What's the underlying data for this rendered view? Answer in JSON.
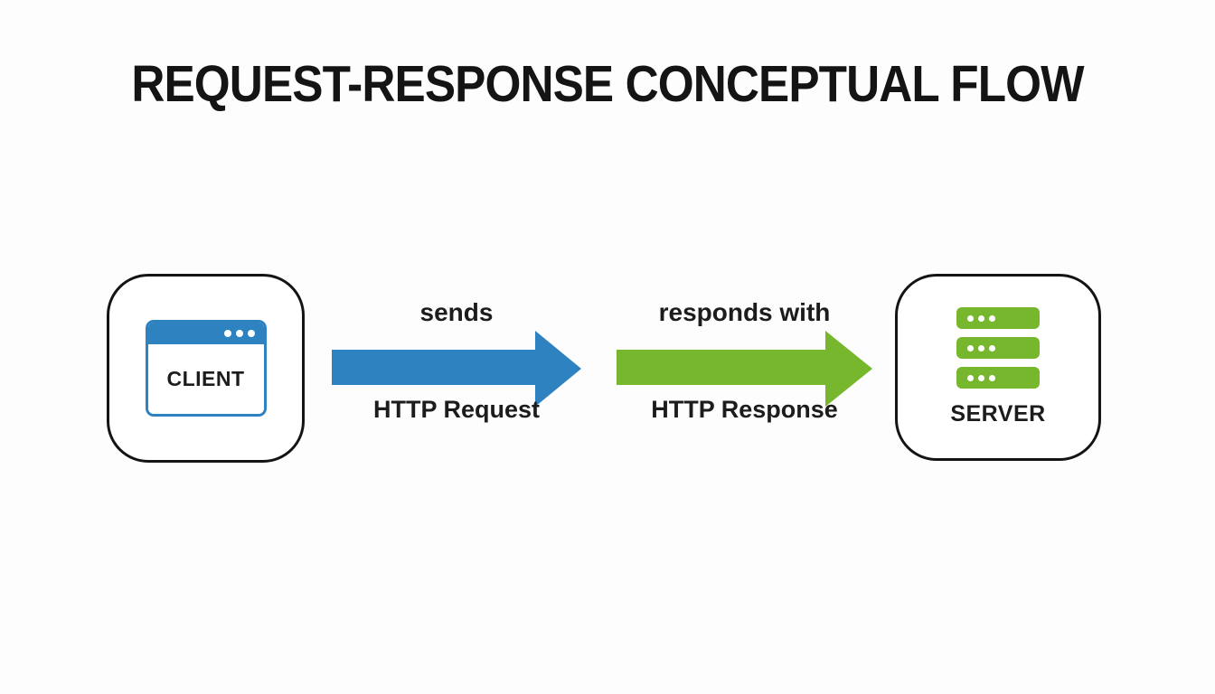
{
  "diagram": {
    "title": "REQUEST-RESPONSE CONCEPTUAL FLOW",
    "client": {
      "label": "CLIENT",
      "icon": "browser-window-icon"
    },
    "server": {
      "label": "SERVER",
      "icon": "server-stack-icon"
    },
    "request_arrow": {
      "top_label": "sends",
      "bottom_label": "HTTP Request",
      "direction": "right",
      "color": "#2e82c0"
    },
    "response_arrow": {
      "top_label": "responds with",
      "bottom_label": "HTTP Response",
      "direction": "right",
      "color": "#76b72d"
    },
    "colors": {
      "arrow_blue": "#2e82c0",
      "arrow_green": "#76b72d",
      "icon_blue": "#2e82c0",
      "icon_green": "#76b72d",
      "node_border": "#141414",
      "title_text": "#141414",
      "label_text": "#1c1c1c",
      "background": "#fdfdfd"
    }
  }
}
